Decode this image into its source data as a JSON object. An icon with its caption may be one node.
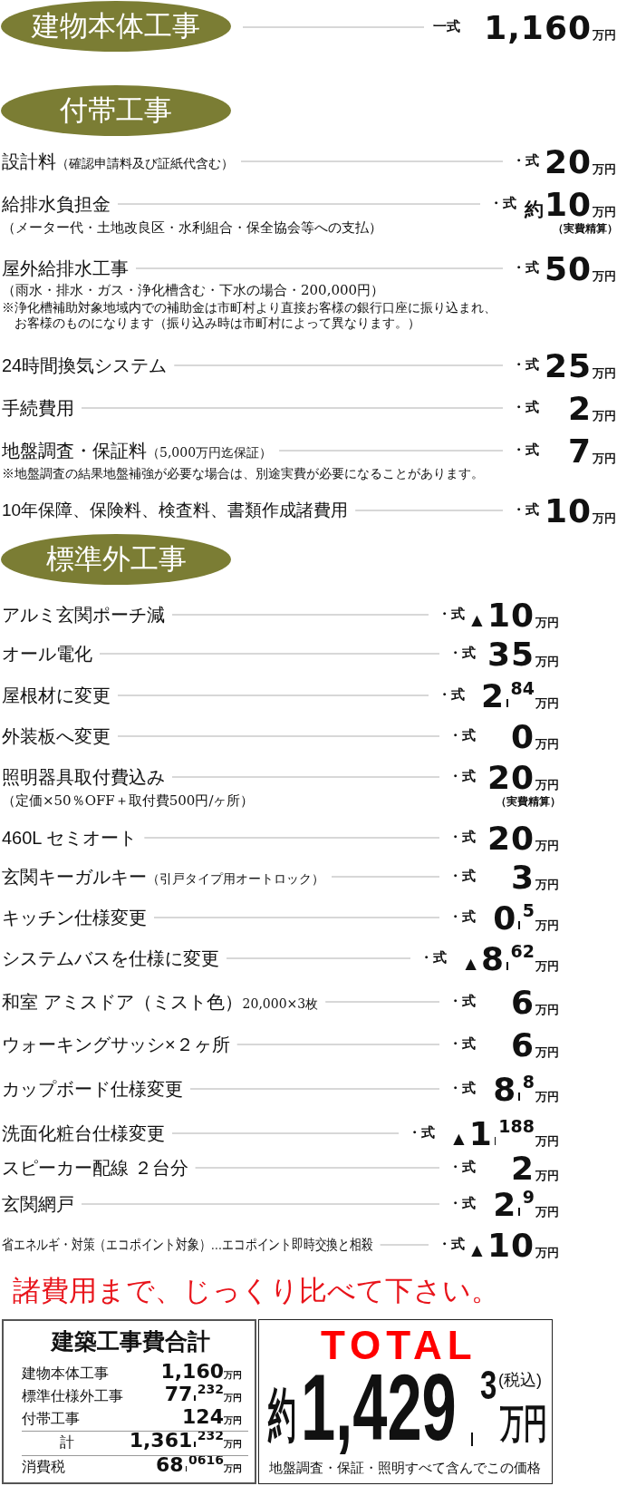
{
  "diagram": {
    "nodes": [
      {
        "text": [
          "建物本体工事"
        ]
      },
      {
        "text": [
          "付帯工事"
        ]
      },
      {
        "text": [
          "標準外工事"
        ]
      },
      {
        "text": [
          "建築工事費合計"
        ]
      },
      {
        "text": [
          "TOTAL",
          "約",
          "1,429",
          "3",
          "(税込)",
          "万円",
          "地盤調査・保証・照明すべて含んでこの価格"
        ]
      }
    ],
    "labels": [
      "一式",
      "1,160",
      "万円",
      "設計料",
      "（確認申請料及び証紙代含む）",
      "・式",
      "20",
      "万円",
      "給排水負担金",
      "・式",
      "約",
      "10",
      "万円",
      "（メーター代・土地改良区・水利組合・保全協会等への支払）",
      "（実費精算）",
      "屋外給排水工事",
      "・式",
      "50",
      "万円",
      "（雨水・排水・ガス・浄化槽含む・下水の場合・200,000円）",
      "※浄化槽補助対象地域内での補助金は市町村より直接お客様の銀行口座に振り込まれ、お客様のものになります（振り込み時は市町村によって異なります。）",
      "24時間換気システム",
      "・式",
      "25",
      "万円",
      "手続費用",
      "・式",
      "2",
      "万円",
      "地盤調査・保証料",
      "（5,000万円迄保証）",
      "・式",
      "7",
      "万円",
      "※地盤調査の結果地盤補強が必要な場合は、別途実費が必要になることがあります。",
      "10年保障、保険料、検査料、書類作成諸費用",
      "・式",
      "10",
      "万円",
      "アルミ玄関ポーチ減",
      "・式",
      "▲",
      "10",
      "万円",
      "オール電化",
      "・式",
      "35",
      "万円",
      "屋根材に変更",
      "・式",
      "2",
      "84",
      "万円",
      "外装板へ変更",
      "・式",
      "0",
      "万円",
      "照明器具取付費込み",
      "・式",
      "20",
      "万円",
      "（定価×50％OFF＋取付費500円/ヶ所）",
      "（実費精算）",
      "460L セミオート",
      "・式",
      "20",
      "万円",
      "玄関キーガルキー",
      "（引戸タイプ用オートロック）",
      "・式",
      "3",
      "万円",
      "キッチン仕様変更",
      "・式",
      "0",
      "5",
      "万円",
      "システムバスを仕様に変更",
      "・式",
      "▲",
      "8",
      "62",
      "万円",
      "和室 アミスドア（ミスト色）",
      "20,000×3枚",
      "・式",
      "6",
      "万円",
      "ウォーキングサッシ×２ヶ所",
      "・式",
      "6",
      "万円",
      "カップボード仕様変更",
      "・式",
      "8",
      "8",
      "万円",
      "洗面化粧台仕様変更",
      "・式",
      "▲",
      "1",
      "188",
      "万円",
      "スピーカー配線 ２台分",
      "・式",
      "2",
      "万円",
      "玄関網戸",
      "・式",
      "2",
      "9",
      "万円",
      "省エネルギ・対策（エコポイント対象）…エコポイント即時交換と相殺",
      "・式",
      "▲",
      "10",
      "万円",
      "諸費用まで、じっくり比べて下さい。",
      "建物本体工事",
      "1,160",
      "万円",
      "標準仕様外工事",
      "77",
      "232",
      "万円",
      "付帯工事",
      "124",
      "万円",
      "計",
      "1,361",
      "232",
      "万円",
      "消費税",
      "68",
      "0616",
      "万円"
    ]
  }
}
